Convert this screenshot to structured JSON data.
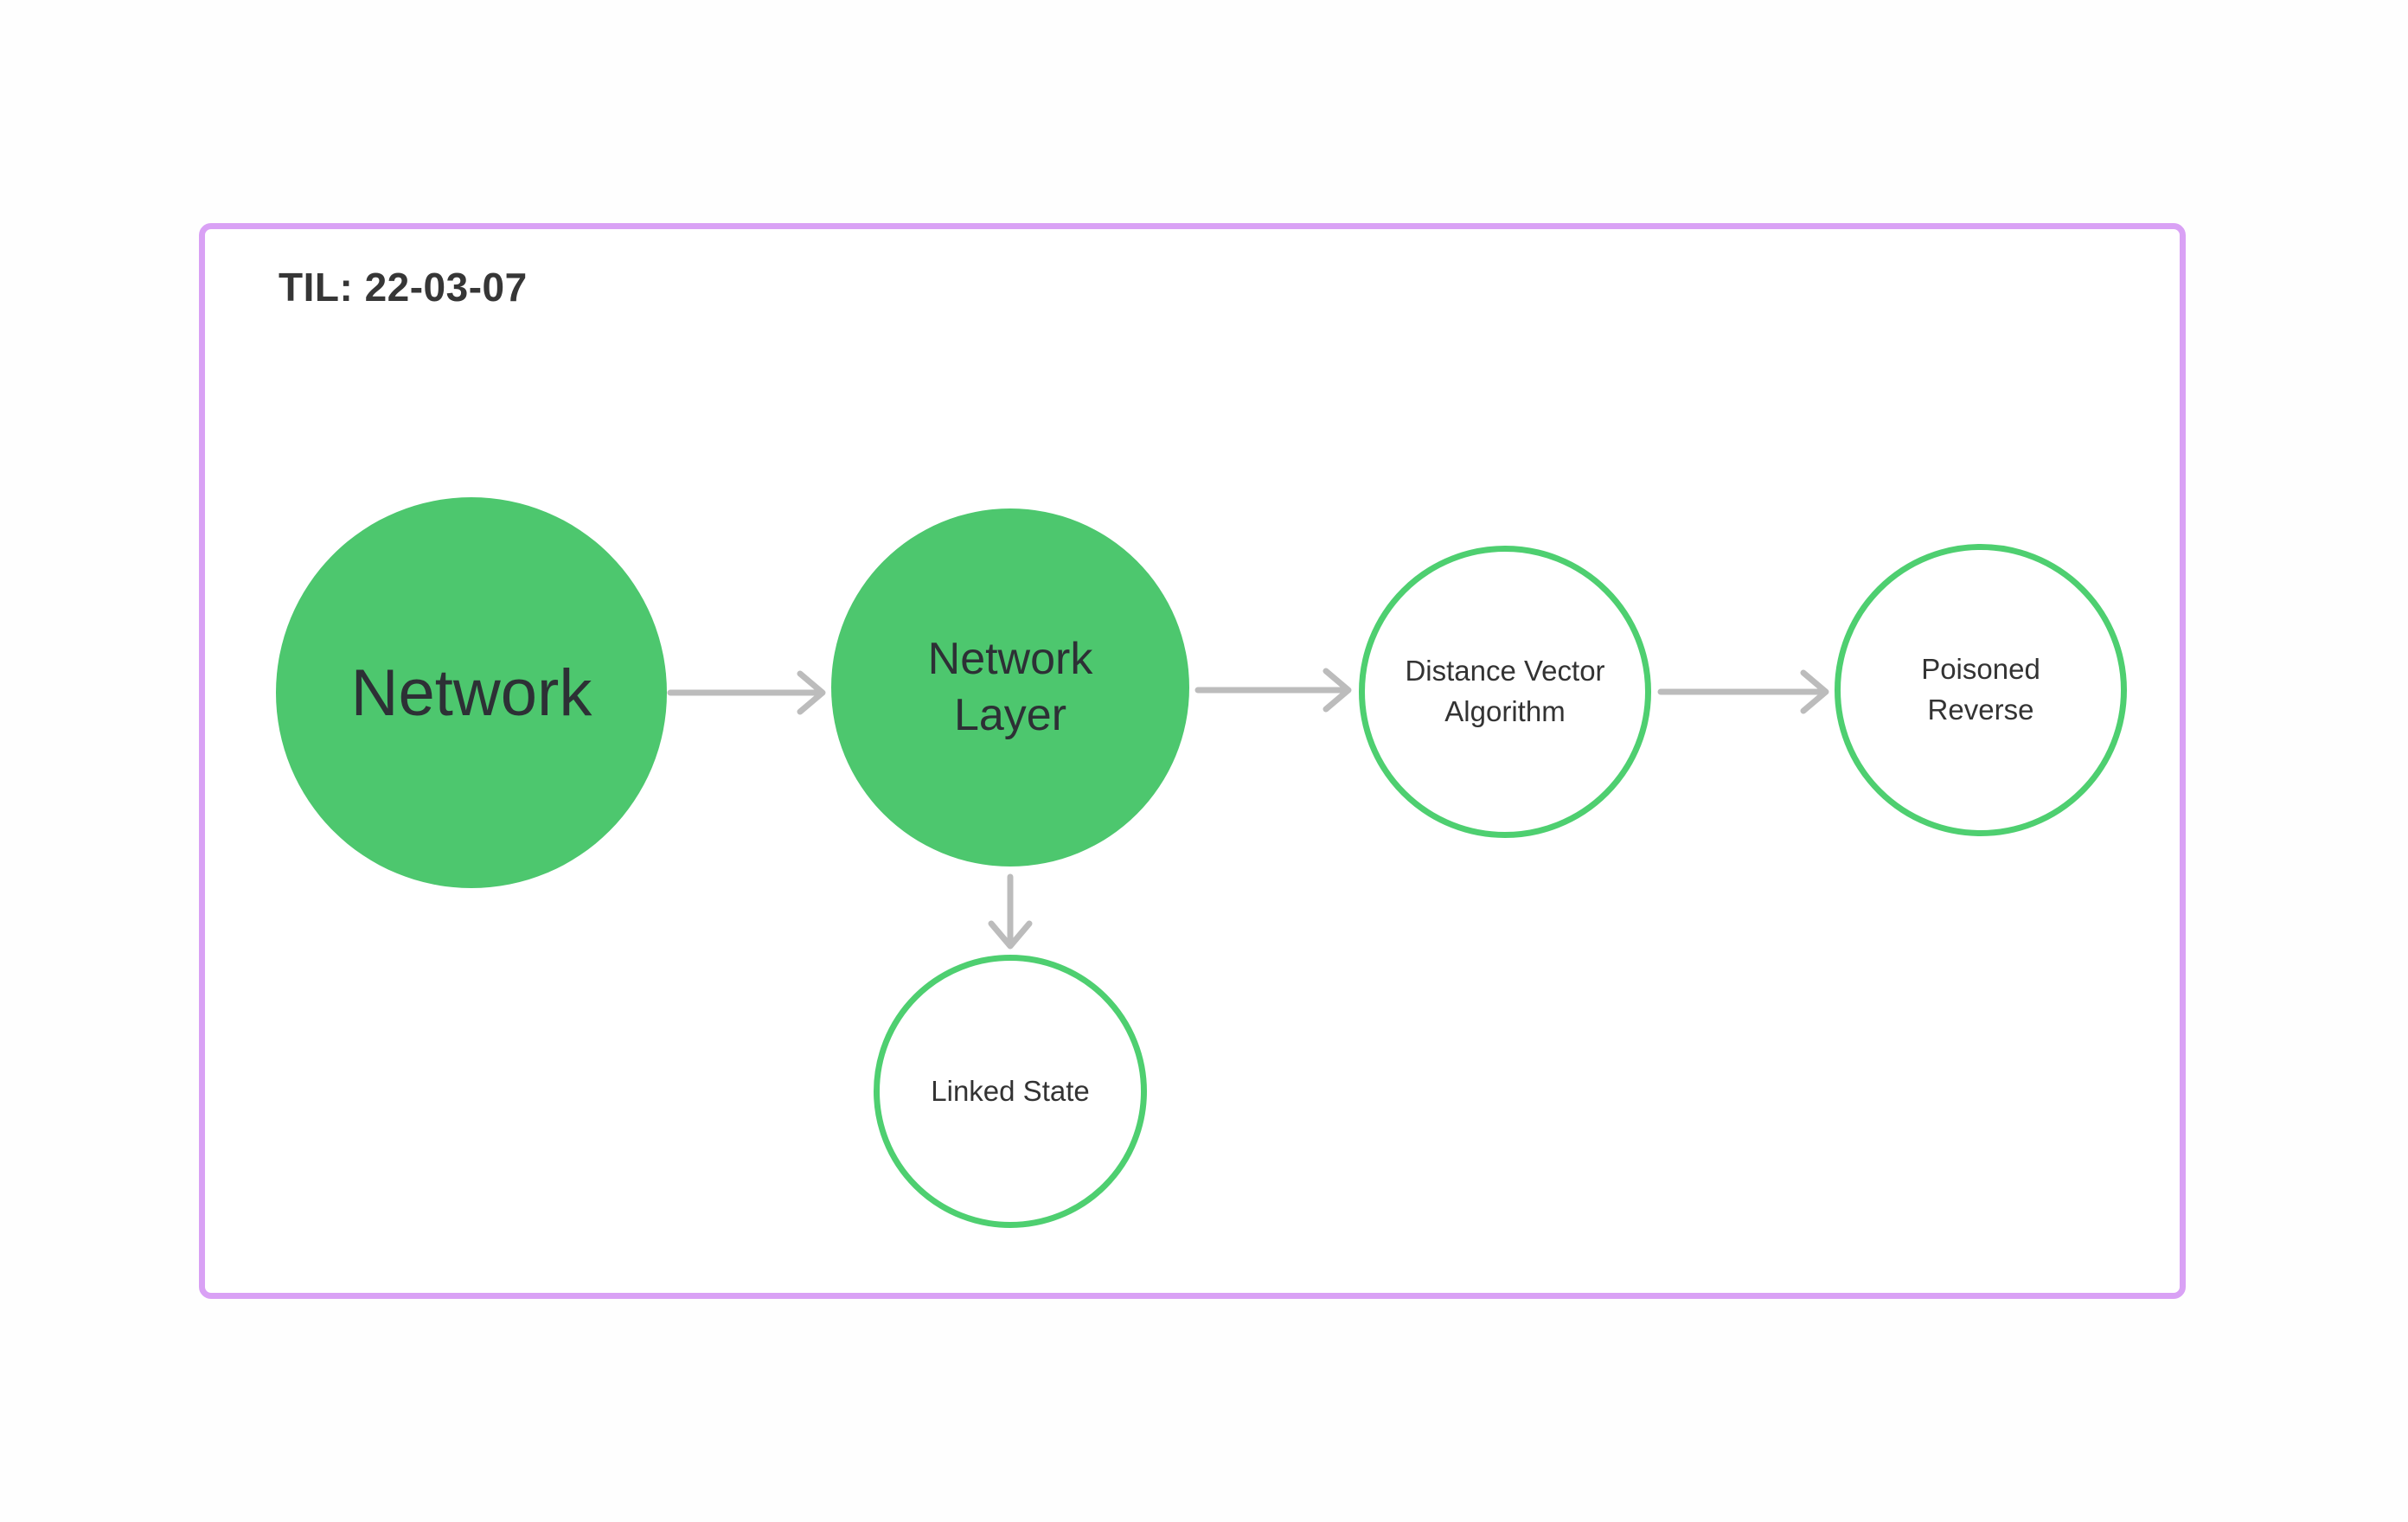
{
  "title": "TIL: 22-03-07",
  "colors": {
    "node_green": "#4dc76e",
    "outline_green": "#4ecf70",
    "frame_purple": "#d9a1f5",
    "arrow_gray": "#bcbcbc",
    "text_dark": "#333333",
    "background": "#ffffff"
  },
  "diagram": {
    "nodes": [
      {
        "id": "network",
        "label": "Network",
        "lines": [
          "Network"
        ],
        "style": "filled"
      },
      {
        "id": "network-layer",
        "label": "Network Layer",
        "lines": [
          "Network",
          "Layer"
        ],
        "style": "filled"
      },
      {
        "id": "distance-vector-algorithm",
        "label": "Distance Vector Algorithm",
        "lines": [
          "Distance Vector",
          "Algorithm"
        ],
        "style": "outlined"
      },
      {
        "id": "poisoned-reverse",
        "label": "Poisoned Reverse",
        "lines": [
          "Poisoned",
          "Reverse"
        ],
        "style": "outlined"
      },
      {
        "id": "linked-state",
        "label": "Linked State",
        "lines": [
          "Linked State"
        ],
        "style": "outlined"
      }
    ],
    "edges": [
      {
        "from": "Network",
        "to": "Network Layer",
        "direction": "right"
      },
      {
        "from": "Network Layer",
        "to": "Distance Vector Algorithm",
        "direction": "right"
      },
      {
        "from": "Distance Vector Algorithm",
        "to": "Poisoned Reverse",
        "direction": "right"
      },
      {
        "from": "Network Layer",
        "to": "Linked State",
        "direction": "down"
      }
    ]
  }
}
